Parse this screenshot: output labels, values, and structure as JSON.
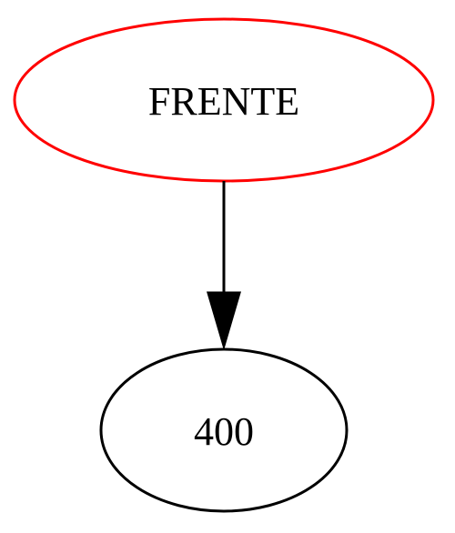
{
  "diagram": {
    "nodes": [
      {
        "id": "frente",
        "label": "FRENTE",
        "stroke": "#ff0000"
      },
      {
        "id": "n400",
        "label": "400",
        "stroke": "#000000"
      }
    ],
    "edges": [
      {
        "from": "frente",
        "to": "n400",
        "color": "#000000"
      }
    ]
  }
}
